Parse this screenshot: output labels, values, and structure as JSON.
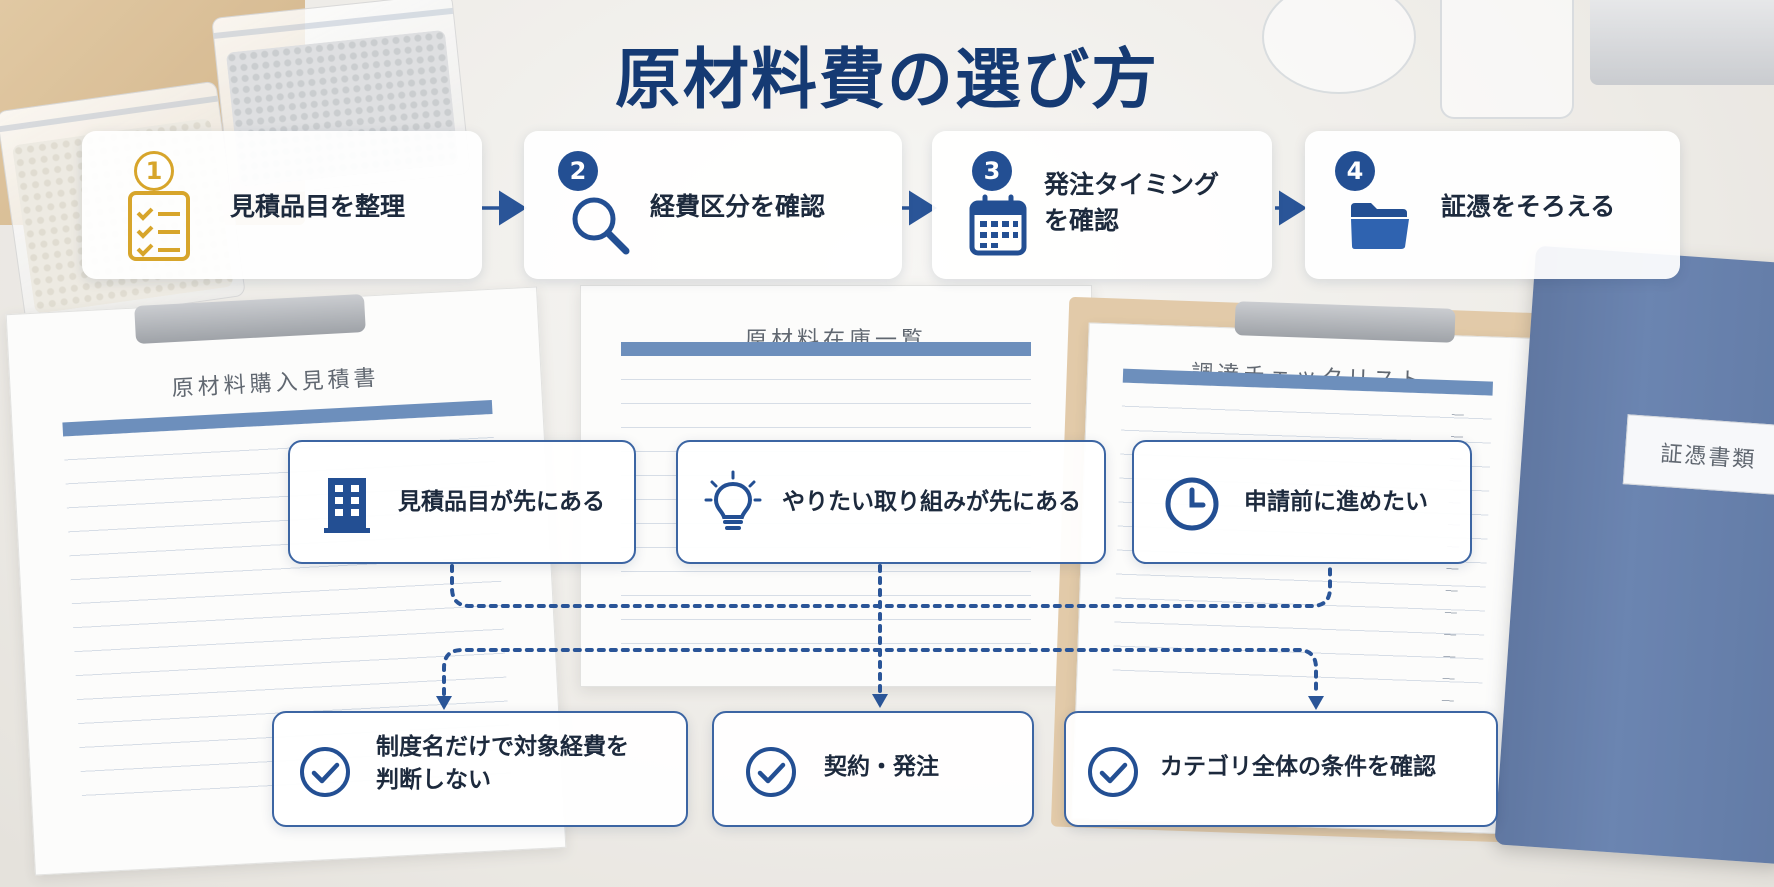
{
  "title": "原材料費の選び方",
  "colors": {
    "primary": "#234f93",
    "accent": "#d7a52b",
    "text": "#1d2a3d"
  },
  "steps": [
    {
      "number": "1",
      "label": "見積品目を整理",
      "icon": "checklist-icon"
    },
    {
      "number": "2",
      "label": "経費区分を確認",
      "icon": "magnifier-icon"
    },
    {
      "number": "3",
      "label": "発注タイミング\nを確認",
      "icon": "calendar-icon"
    },
    {
      "number": "4",
      "label": "証憑をそろえる",
      "icon": "folder-icon"
    }
  ],
  "starts": [
    {
      "label": "見積品目が先にある",
      "icon": "building-icon"
    },
    {
      "label": "やりたい取り組みが先にある",
      "icon": "lightbulb-icon"
    },
    {
      "label": "申請前に進めたい",
      "icon": "clock-icon"
    }
  ],
  "outcomes": [
    {
      "label": "制度名だけで対象経費を\n判断しない",
      "icon": "check-circle-icon"
    },
    {
      "label": "契約・発注",
      "icon": "check-circle-icon"
    },
    {
      "label": "カテゴリ全体の条件を確認",
      "icon": "check-circle-icon"
    }
  ],
  "background_documents": {
    "quote_sheet_title": "原材料購入見積書",
    "inventory_title": "原材料在庫一覧",
    "checklist_title": "調達チェックリスト",
    "binder_label": "証憑書類"
  }
}
